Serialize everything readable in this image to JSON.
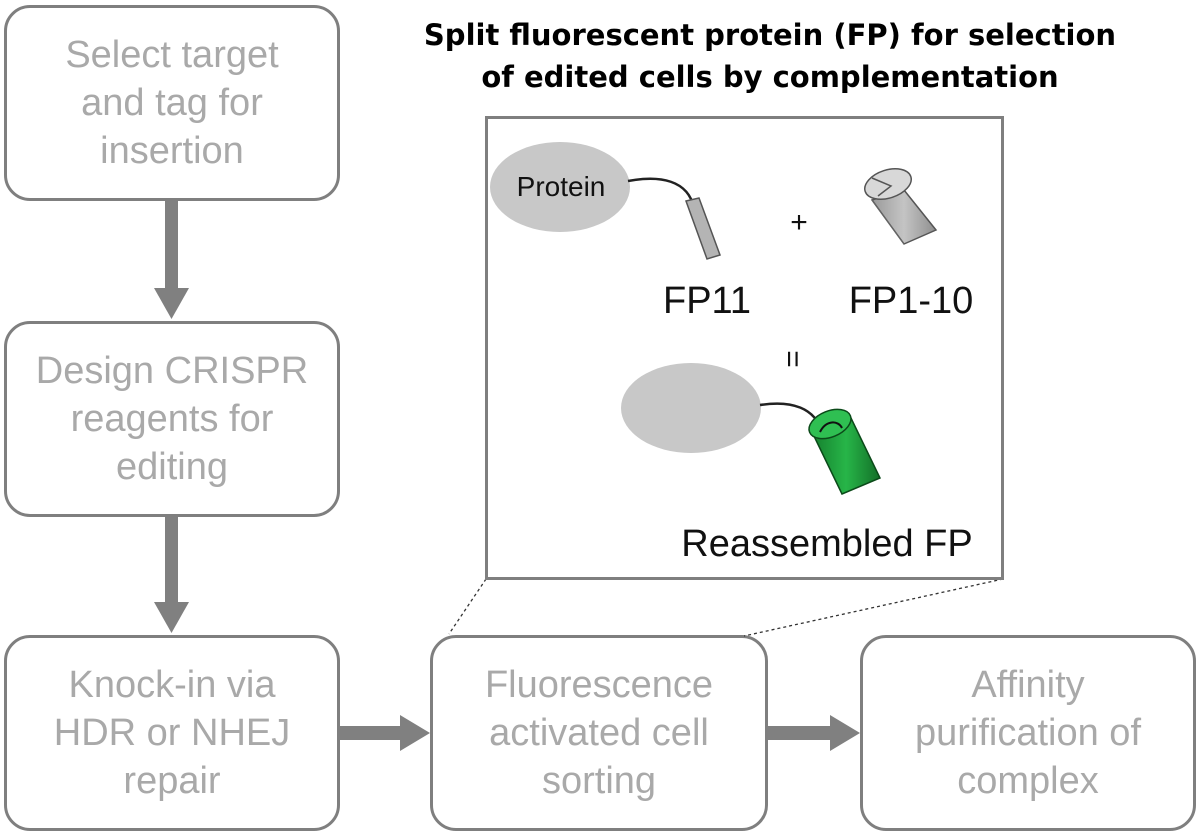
{
  "title": "Split fluorescent protein (FP) for selection\nof edited cells by complementation",
  "steps": {
    "select_target": "Select target\nand tag for\ninsertion",
    "design_crispr": "Design CRISPR\nreagents for\nediting",
    "knock_in": "Knock-in via\nHDR or NHEJ\nrepair",
    "facs": "Fluorescence\nactivated cell\nsorting",
    "affinity": "Affinity\npurification of\ncomplex"
  },
  "inset": {
    "protein_label": "Protein",
    "plus_sign": "+",
    "fp11_label": "FP11",
    "fp1_10_label": "FP1-10",
    "equals_sign": "=",
    "reassembled_label": "Reassembled FP"
  },
  "colors": {
    "box_border": "#7f7f7f",
    "box_text": "#a9a9a9",
    "arrow": "#808080",
    "protein_fill": "#c8c8c8",
    "fp_gray": "#b4b4b4",
    "fp_green": "#1e9e3c"
  }
}
